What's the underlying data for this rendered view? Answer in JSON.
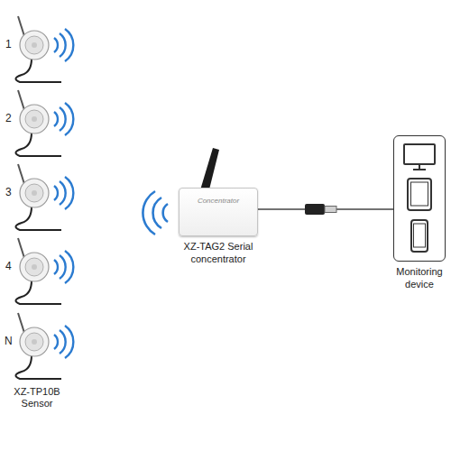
{
  "diagram": {
    "nodes": [
      {
        "text": [
          "Concentrator",
          "XZ-TAG2 Serial concentrator"
        ]
      },
      {
        "text": [
          "Monitoring device"
        ]
      }
    ],
    "edges": [
      {
        "from": 0,
        "to": 1,
        "arrow": "none"
      }
    ],
    "labels": [
      "1",
      "2",
      "3",
      "4",
      "N",
      "XZ-TP10B Sensor"
    ]
  }
}
